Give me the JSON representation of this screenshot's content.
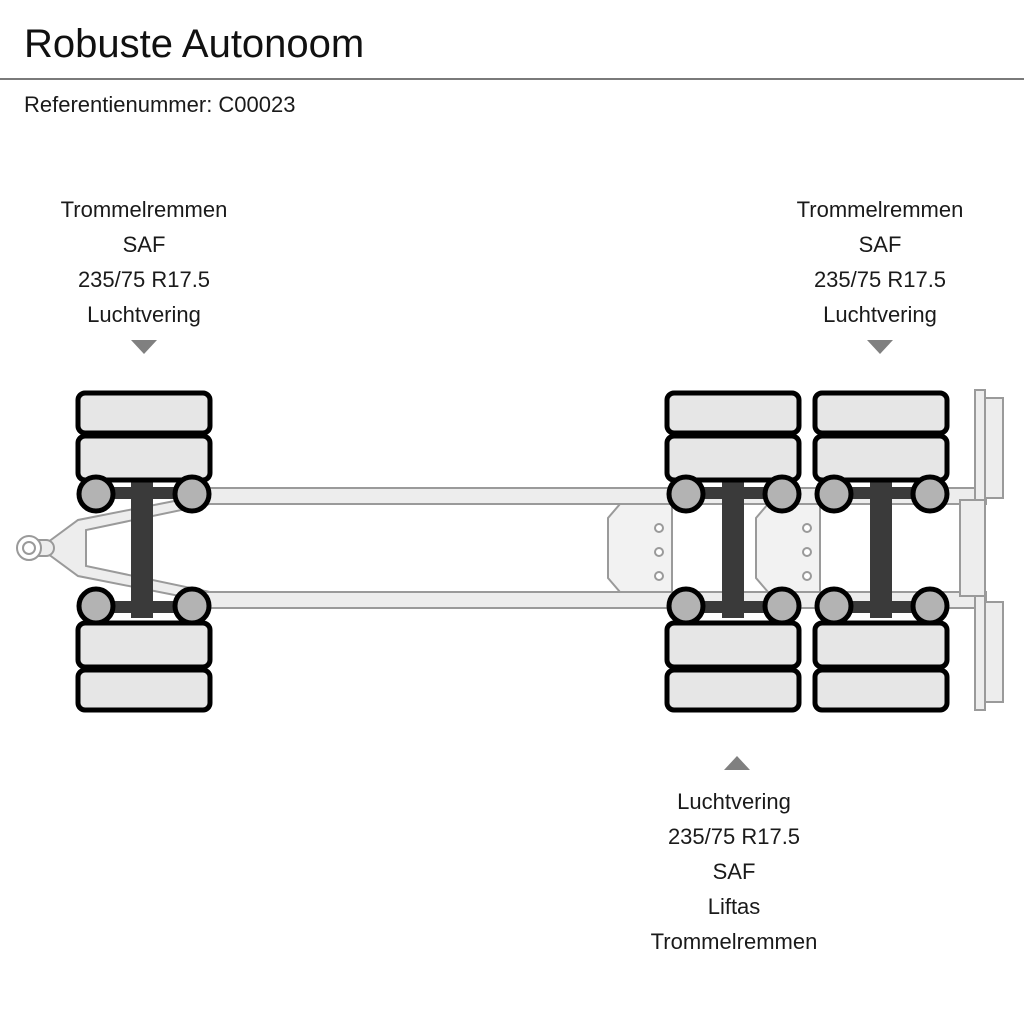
{
  "header": {
    "title": "Robuste Autonoom",
    "reference_label": "Referentienummer: C00023"
  },
  "callouts": {
    "front_axle": {
      "lines": [
        "Trommelremmen",
        "SAF",
        "235/75 R17.5",
        "Luchtvering"
      ],
      "pointer": "triangle-down-icon"
    },
    "rear_axle_right": {
      "lines": [
        "Trommelremmen",
        "SAF",
        "235/75 R17.5",
        "Luchtvering"
      ],
      "pointer": "triangle-down-icon"
    },
    "rear_axle_group": {
      "lines": [
        "Luchtvering",
        "235/75 R17.5",
        "SAF",
        "Liftas",
        "Trommelremmen"
      ],
      "pointer": "triangle-up-icon"
    }
  },
  "diagram": {
    "name": "trailer-top-view-schematic",
    "colors": {
      "tire_fill": "#e6e6e6",
      "tire_stroke": "#000000",
      "hub_fill": "#b3b3b3",
      "hub_stroke": "#000000",
      "axle_dark": "#3a3a3a",
      "chassis_fill": "#ededed",
      "chassis_stroke": "#9a9a9a",
      "pointer": "#808080",
      "rule": "#7a7a7a"
    },
    "axles": [
      {
        "name": "front-axle",
        "type": "steered-drawbar-axle",
        "tires_per_side": 2
      },
      {
        "name": "rear-axle-1",
        "type": "lift-axle",
        "tires_per_side": 2
      },
      {
        "name": "rear-axle-2",
        "type": "rear-axle",
        "tires_per_side": 2
      }
    ],
    "features": [
      "drawbar-eye",
      "a-frame-drawbar",
      "chassis-rails",
      "bolt-holes",
      "rear-crossbeam",
      "rear-bumper"
    ]
  }
}
